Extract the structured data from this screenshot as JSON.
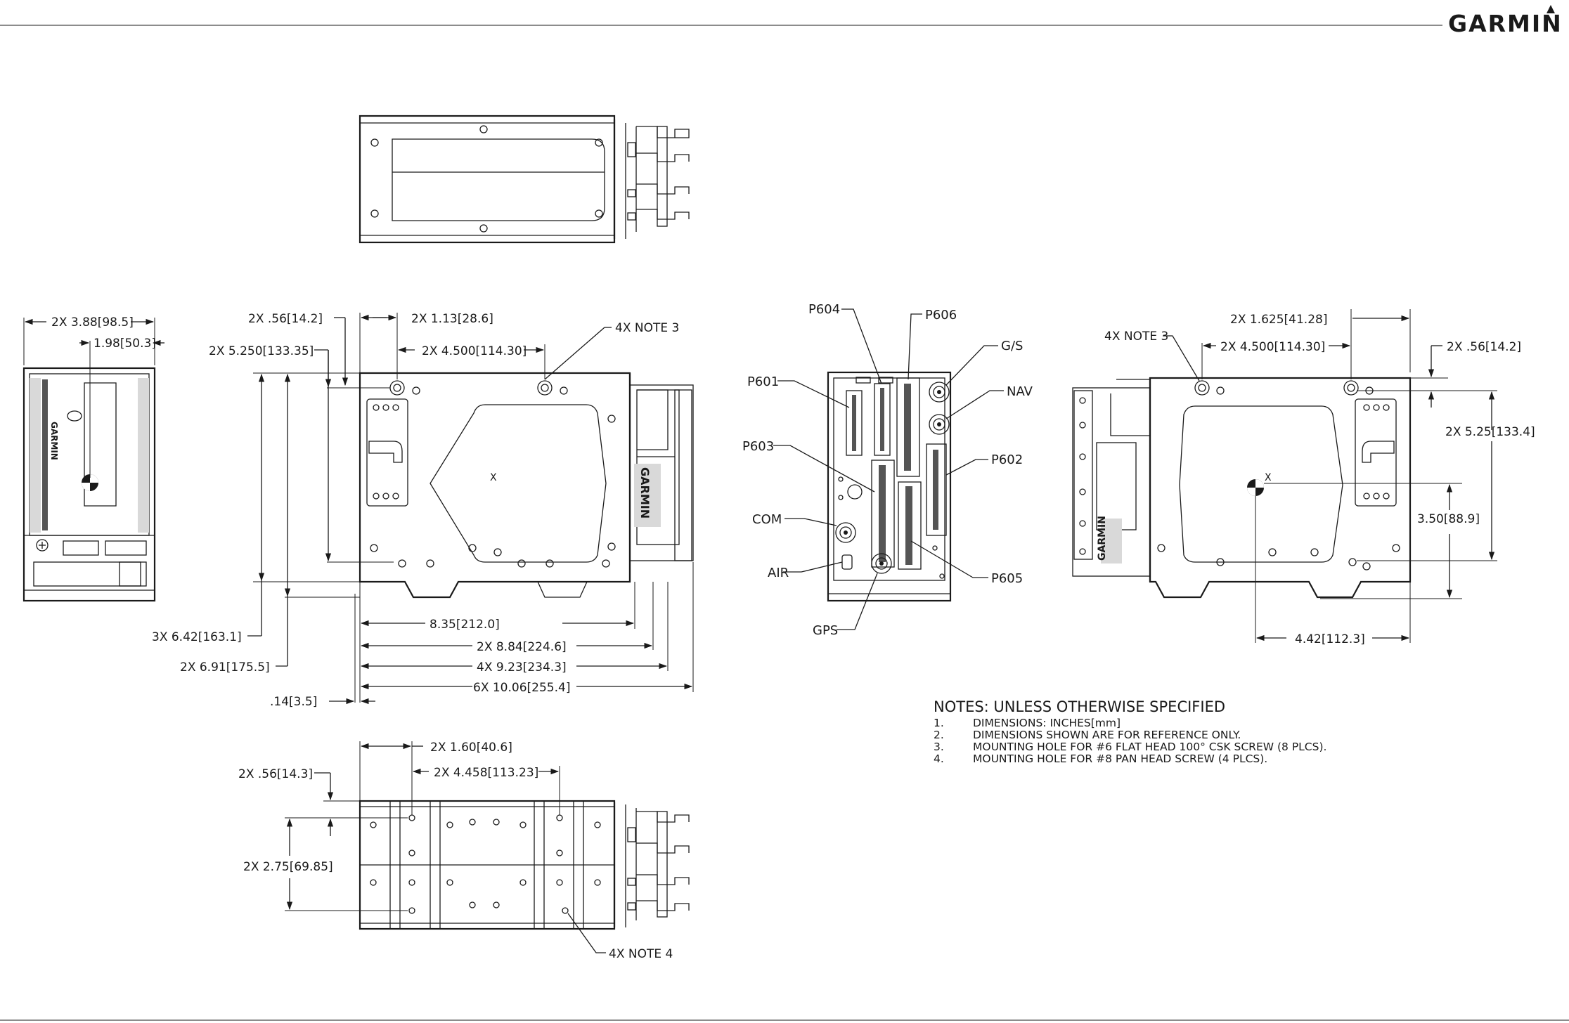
{
  "brand": {
    "logo_text": "GARMIN"
  },
  "top_view": {},
  "side_view": {
    "dims": {
      "d1": "2X 3.88[98.5]",
      "d2": "1.98[50.3]"
    }
  },
  "front_left_view": {
    "dims": {
      "d1": "2X .56[14.2]",
      "d2": "2X 1.13[28.6]",
      "d3": "2X 5.250[133.35]",
      "d4": "2X 4.500[114.30]",
      "d5": "4X NOTE 3",
      "d6": "8.35[212.0]",
      "d7": "2X 8.84[224.6]",
      "d8": "3X 6.42[163.1]",
      "d9": "4X 9.23[234.3]",
      "d10": "2X 6.91[175.5]",
      "d11": "6X 10.06[255.4]",
      "d12": ".14[3.5]"
    },
    "center_mark": "X"
  },
  "connector_view": {
    "labels": {
      "p604": "P604",
      "p606": "P606",
      "gs": "G/S",
      "nav": "NAV",
      "p601": "P601",
      "p603": "P603",
      "p602": "P602",
      "com": "COM",
      "air": "AIR",
      "p605": "P605",
      "gps": "GPS"
    }
  },
  "right_view": {
    "dims": {
      "d1": "4X NOTE 3",
      "d2": "2X 1.625[41.28]",
      "d3": "2X 4.500[114.30]",
      "d4": "2X .56[14.2]",
      "d5": "2X 5.25[133.4]",
      "d6": "3.50[88.9]",
      "d7": "4.42[112.3]"
    },
    "center_mark": "X"
  },
  "bottom_view": {
    "dims": {
      "d1": "2X 1.60[40.6]",
      "d2": "2X .56[14.3]",
      "d3": "2X 4.458[113.23]",
      "d4": "2X 2.75[69.85]",
      "d5": "4X NOTE 4"
    }
  },
  "notes": {
    "title": "NOTES:  UNLESS OTHERWISE SPECIFIED",
    "items": [
      {
        "num": "1.",
        "text": "DIMENSIONS:  INCHES[mm]"
      },
      {
        "num": "2.",
        "text": "DIMENSIONS SHOWN ARE FOR REFERENCE ONLY."
      },
      {
        "num": "3.",
        "text": "MOUNTING HOLE FOR #6 FLAT HEAD 100° CSK SCREW (8 PLCS)."
      },
      {
        "num": "4.",
        "text": "MOUNTING HOLE FOR #8 PAN HEAD SCREW (4 PLCS)."
      }
    ]
  }
}
